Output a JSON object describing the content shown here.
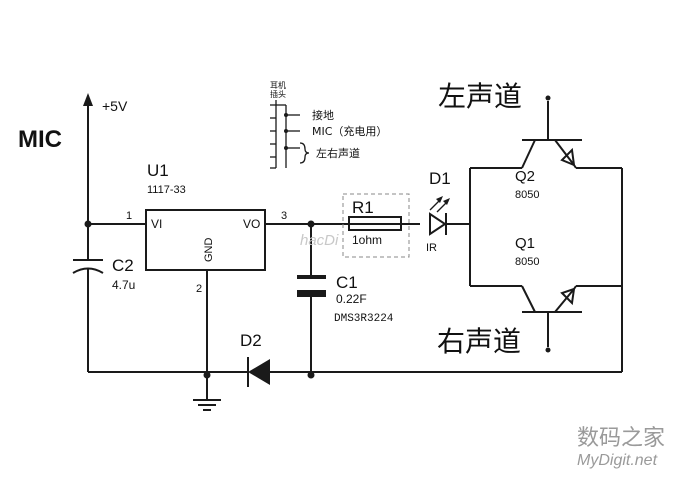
{
  "labels": {
    "mic": "MIC",
    "vcc": "+5V",
    "u1_ref": "U1",
    "u1_part": "1117-33",
    "u1_pin_vi": "VI",
    "u1_pin_vo": "VO",
    "u1_pin_gnd": "GND",
    "pin1": "1",
    "pin2": "2",
    "pin3": "3",
    "c2_ref": "C2",
    "c2_value": "4.7u",
    "c1_ref": "C1",
    "c1_value": "0.22F",
    "c1_part": "DMS3R3224",
    "r1_ref": "R1",
    "r1_value": "1ohm",
    "d1_ref": "D1",
    "d1_type": "IR",
    "d2_ref": "D2",
    "q1_ref": "Q1",
    "q1_part": "8050",
    "q2_ref": "Q2",
    "q2_part": "8050",
    "left_channel": "左声道",
    "right_channel": "右声道",
    "jack_title_line1": "耳机",
    "jack_title_line2": "插头",
    "jack_ground": "接地",
    "jack_mic": "MIC（充电用）",
    "jack_lr": "左右声道"
  },
  "watermark": {
    "cn": "数码之家",
    "en": "MyDigit.net",
    "mid": "hacDi"
  }
}
